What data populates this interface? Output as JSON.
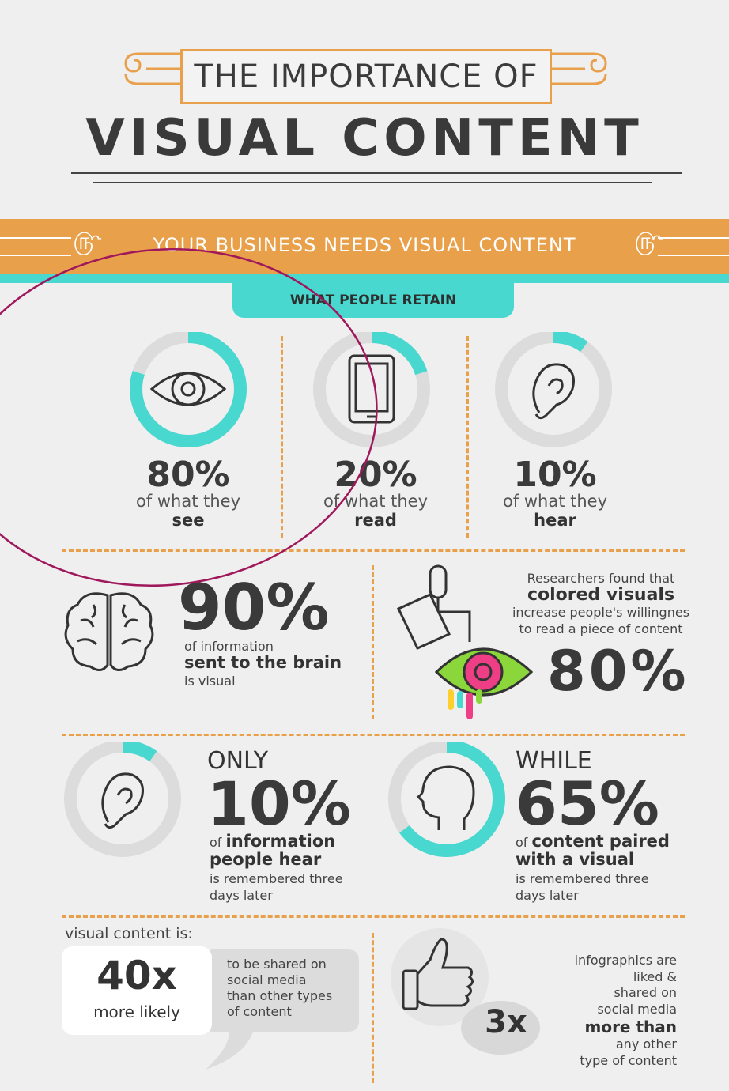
{
  "header": {
    "title_top": "THE IMPORTANCE OF",
    "title_main": "VISUAL CONTENT"
  },
  "banner": {
    "text": "YOUR BUSINESS NEEDS VISUAL CONTENT",
    "tab": "WHAT PEOPLE RETAIN"
  },
  "retain": [
    {
      "value": "80%",
      "line1": "of what they",
      "line2": "see",
      "fraction": 0.8
    },
    {
      "value": "20%",
      "line1": "of what they",
      "line2": "read",
      "fraction": 0.2
    },
    {
      "value": "10%",
      "line1": "of what they",
      "line2": "hear",
      "fraction": 0.1
    }
  ],
  "brain": {
    "value": "90%",
    "line1": "of information",
    "line2": "sent to the brain",
    "line3": "is visual"
  },
  "colored": {
    "line1": "Researchers found that",
    "line2": "colored visuals",
    "line3": "increase people's willingnes",
    "line4": "to read a piece of content",
    "value": "80%"
  },
  "hear": {
    "pre": "ONLY",
    "value": "10%",
    "line1a": "of",
    "line1b": "information",
    "line2": "people hear",
    "line3": "is remembered three",
    "line4": "days later",
    "fraction": 0.1
  },
  "visual": {
    "pre": "WHILE",
    "value": "65%",
    "line1a": "of",
    "line1b": "content paired",
    "line2": "with a visual",
    "line3": "is remembered three",
    "line4": "days later",
    "fraction": 0.65
  },
  "shared": {
    "intro": "visual content is:",
    "value": "40x",
    "label": "more likely",
    "line1": "to be shared on",
    "line2": "social media",
    "line3": "than other types",
    "line4": "of content"
  },
  "liked": {
    "value": "3x",
    "line1": "infographics are",
    "line2": "liked &",
    "line3": "shared on",
    "line4": "social media",
    "line5": "more than",
    "line6": "any other",
    "line7": "type of content"
  },
  "colors": {
    "orange": "#e9a04b",
    "teal": "#48d8cf",
    "dark": "#3a3a3a",
    "annotation": "#a0185c"
  }
}
